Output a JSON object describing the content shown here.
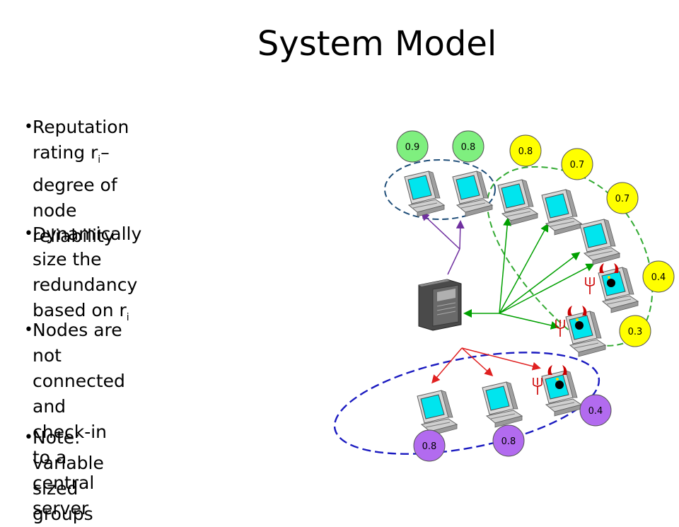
{
  "slide": {
    "title": "System Model"
  },
  "bullets": [
    {
      "pre": "Reputation rating r",
      "sub": "i",
      "post": "– degree of node\nreliability"
    },
    {
      "pre": "Dynamically size the redundancy\nbased on r",
      "sub": "i",
      "post": ""
    },
    {
      "pre": "Nodes are not connected and\ncheck-in to a central server",
      "sub": "",
      "post": ""
    },
    {
      "pre": "Note: variable sized groups",
      "sub": "",
      "post": ""
    }
  ],
  "badges": {
    "top_group": [
      "0.9",
      "0.8"
    ],
    "right_group": [
      "0.8",
      "0.7",
      "0.7",
      "0.4",
      "0.3"
    ],
    "bottom_group": [
      "0.4",
      "0.8",
      "0.8"
    ]
  },
  "colors": {
    "green_badge": "#7FEF7F",
    "yellow_badge": "#FFFF00",
    "purple_badge": "#B26BEF",
    "top_link": "#7030A0",
    "right_link": "#00A000",
    "bottom_link": "#E02020",
    "top_ellipse": "#1F4E79",
    "right_ellipse": "#33AA33",
    "bottom_ellipse": "#1A1AC0"
  }
}
